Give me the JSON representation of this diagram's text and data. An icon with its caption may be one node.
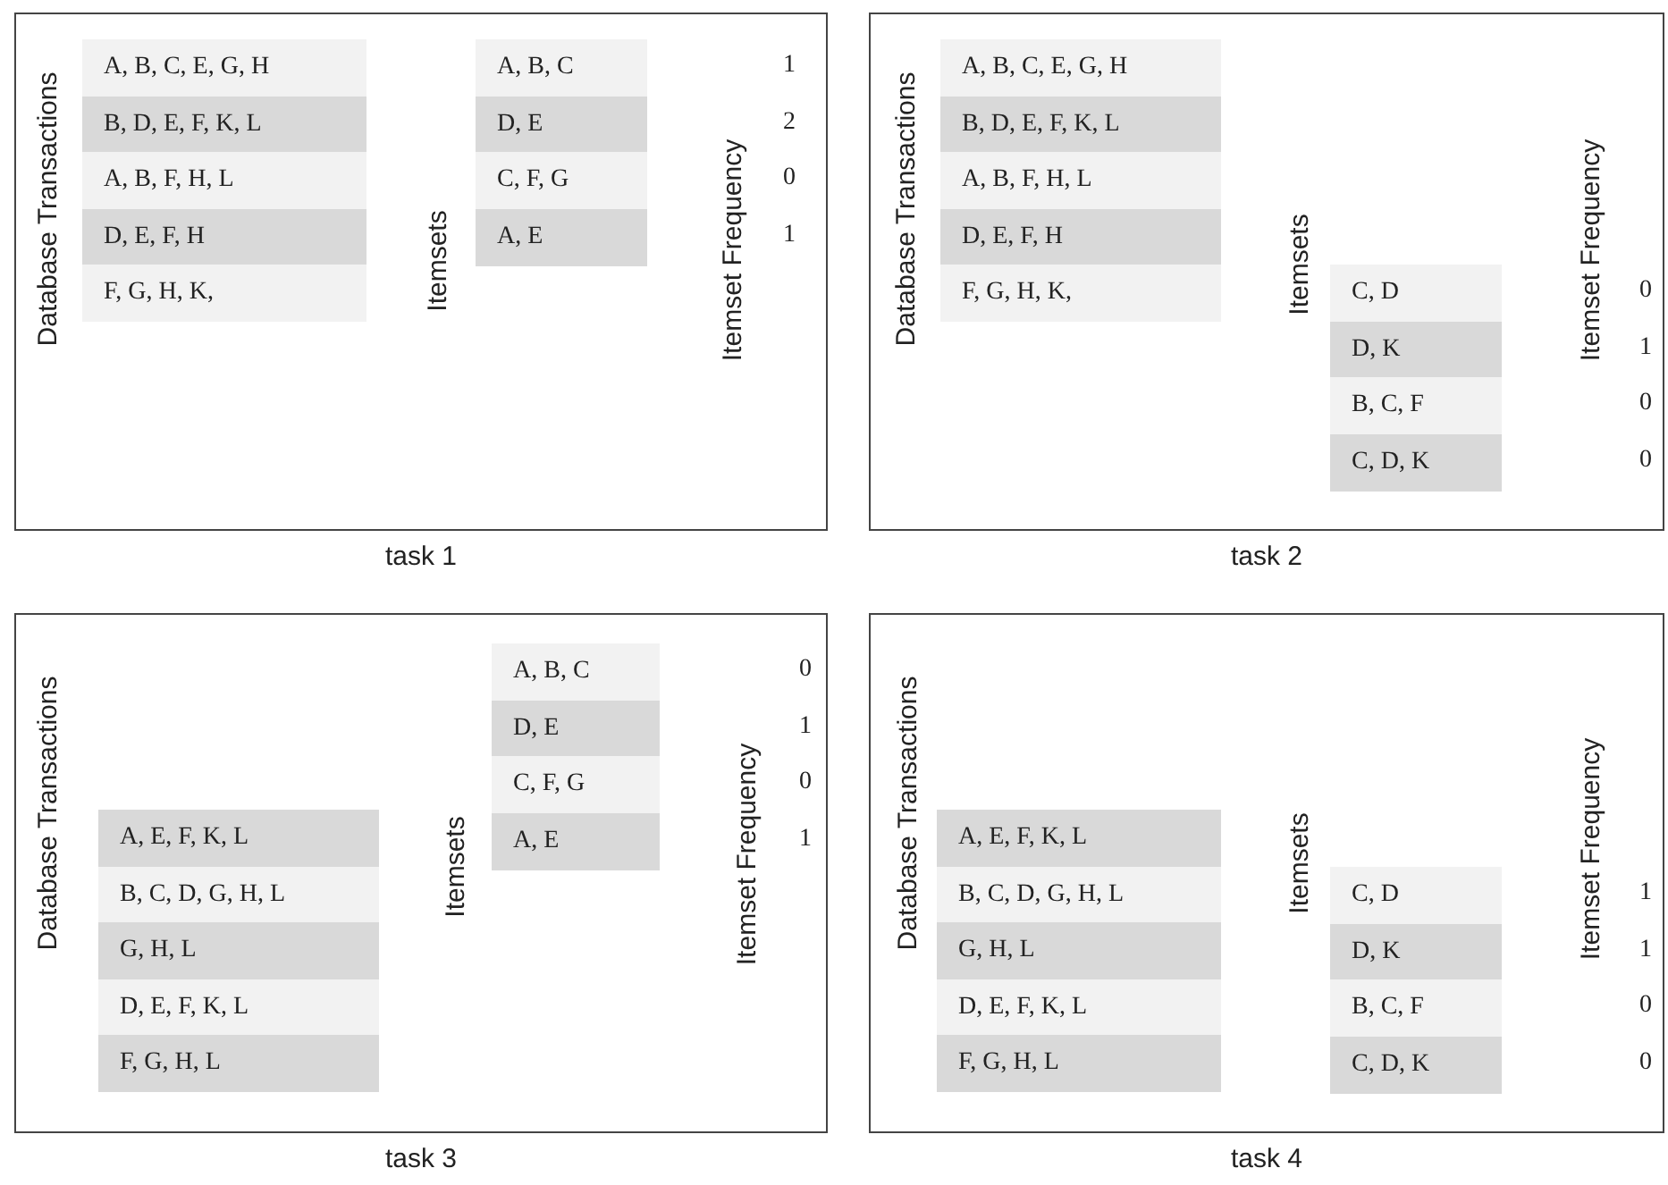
{
  "diagram": {
    "nodes": [
      {
        "text": [
          "task 1"
        ]
      },
      {
        "text": [
          "A, B, C, E, G, H"
        ],
        "in": 0
      },
      {
        "text": [
          "B, D, E, F, K, L"
        ],
        "in": 0
      },
      {
        "text": [
          "A, B, F, H, L"
        ],
        "in": 0
      },
      {
        "text": [
          "D, E, F, H"
        ],
        "in": 0
      },
      {
        "text": [
          "F, G, H, K,"
        ],
        "in": 0
      },
      {
        "text": [
          "A, B, C"
        ],
        "in": 0
      },
      {
        "text": [
          "D, E"
        ],
        "in": 0
      },
      {
        "text": [
          "C, F, G"
        ],
        "in": 0
      },
      {
        "text": [
          "A, E"
        ],
        "in": 0
      },
      {
        "text": [
          "task 2"
        ]
      },
      {
        "text": [
          "A, B, C, E, G, H"
        ],
        "in": 10
      },
      {
        "text": [
          "B, D, E, F, K, L"
        ],
        "in": 10
      },
      {
        "text": [
          "A, B, F, H, L"
        ],
        "in": 10
      },
      {
        "text": [
          "D, E, F, H"
        ],
        "in": 10
      },
      {
        "text": [
          "F, G, H, K,"
        ],
        "in": 10
      },
      {
        "text": [
          "C, D"
        ],
        "in": 10
      },
      {
        "text": [
          "D, K"
        ],
        "in": 10
      },
      {
        "text": [
          "B, C, F"
        ],
        "in": 10
      },
      {
        "text": [
          "C, D, K"
        ],
        "in": 10
      },
      {
        "text": [
          "task 3"
        ]
      },
      {
        "text": [
          "A, E, F, K, L"
        ],
        "in": 20
      },
      {
        "text": [
          "B, C, D, G, H, L"
        ],
        "in": 20
      },
      {
        "text": [
          "G, H, L"
        ],
        "in": 20
      },
      {
        "text": [
          "D, E, F, K, L"
        ],
        "in": 20
      },
      {
        "text": [
          "F, G, H, L"
        ],
        "in": 20
      },
      {
        "text": [
          "A, B, C"
        ],
        "in": 20
      },
      {
        "text": [
          "D, E"
        ],
        "in": 20
      },
      {
        "text": [
          "C, F, G"
        ],
        "in": 20
      },
      {
        "text": [
          "A, E"
        ],
        "in": 20
      },
      {
        "text": [
          "task 4"
        ]
      },
      {
        "text": [
          "A, E, F, K, L"
        ],
        "in": 30
      },
      {
        "text": [
          "B, C, D, G, H, L"
        ],
        "in": 30
      },
      {
        "text": [
          "G, H, L"
        ],
        "in": 30
      },
      {
        "text": [
          "D, E, F, K, L"
        ],
        "in": 30
      },
      {
        "text": [
          "F, G, H, L"
        ],
        "in": 30
      },
      {
        "text": [
          "C, D"
        ],
        "in": 30
      },
      {
        "text": [
          "D, K"
        ],
        "in": 30
      },
      {
        "text": [
          "B, C, F"
        ],
        "in": 30
      },
      {
        "text": [
          "C, D, K"
        ],
        "in": 30
      }
    ],
    "labels": [
      "Database Transactions",
      "Itemsets",
      "Itemset Frequency",
      "1",
      "2",
      "0",
      "1",
      "Database Transactions",
      "Itemsets",
      "Itemset Frequency",
      "0",
      "1",
      "0",
      "0",
      "Database Transactions",
      "Itemsets",
      "Itemset Frequency",
      "0",
      "1",
      "0",
      "1",
      "Database Transactions",
      "Itemsets",
      "Itemset Frequency",
      "1",
      "1",
      "0",
      "0"
    ]
  }
}
